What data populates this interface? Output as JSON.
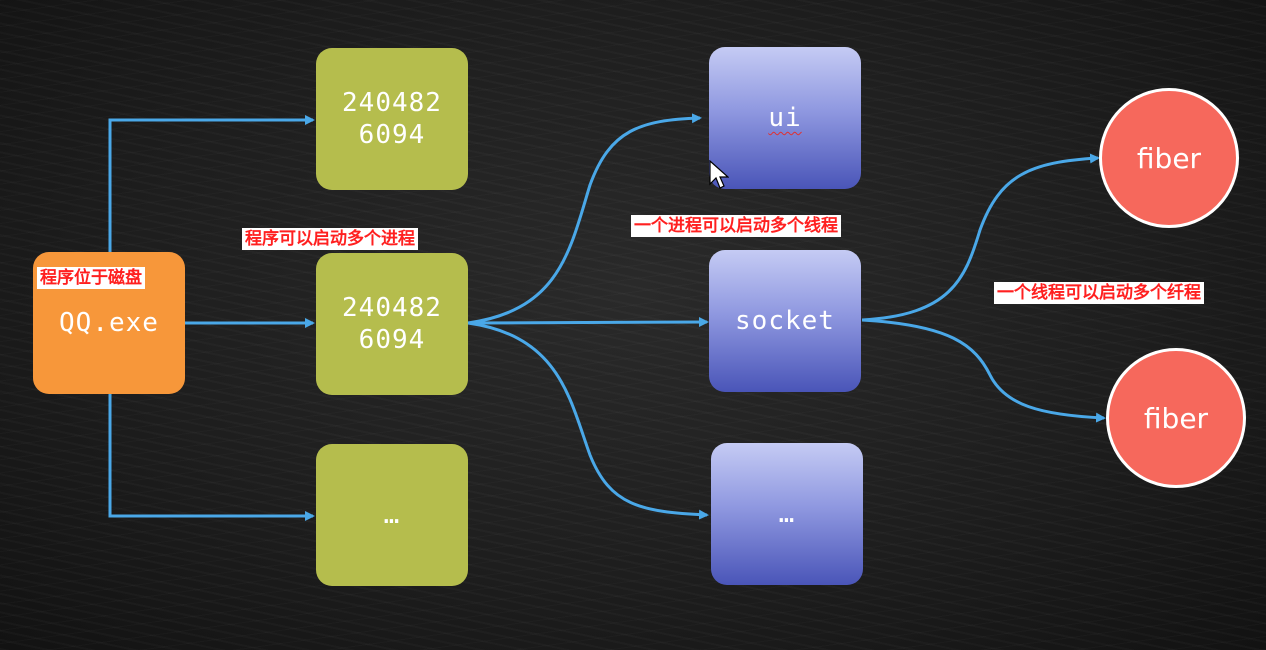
{
  "exe": {
    "name": "QQ.exe",
    "note": "程序位于磁盘"
  },
  "processes": [
    {
      "label": "240482\n6094"
    },
    {
      "label": "240482\n6094"
    },
    {
      "label": "…"
    }
  ],
  "process_note": "程序可以启动多个进程",
  "threads": [
    {
      "label": "ui"
    },
    {
      "label": "socket"
    },
    {
      "label": "…"
    }
  ],
  "thread_note": "一个进程可以启动多个线程",
  "fibers": [
    {
      "label": "fiber"
    },
    {
      "label": "fiber"
    }
  ],
  "fiber_note": "一个线程可以启动多个纤程",
  "colors": {
    "exe": "#f7973a",
    "process": "#b5bd4d",
    "thread": "#5c67c8",
    "fiber": "#f6685c",
    "arrow": "#4aa8e8",
    "note_text": "#ff2020"
  }
}
